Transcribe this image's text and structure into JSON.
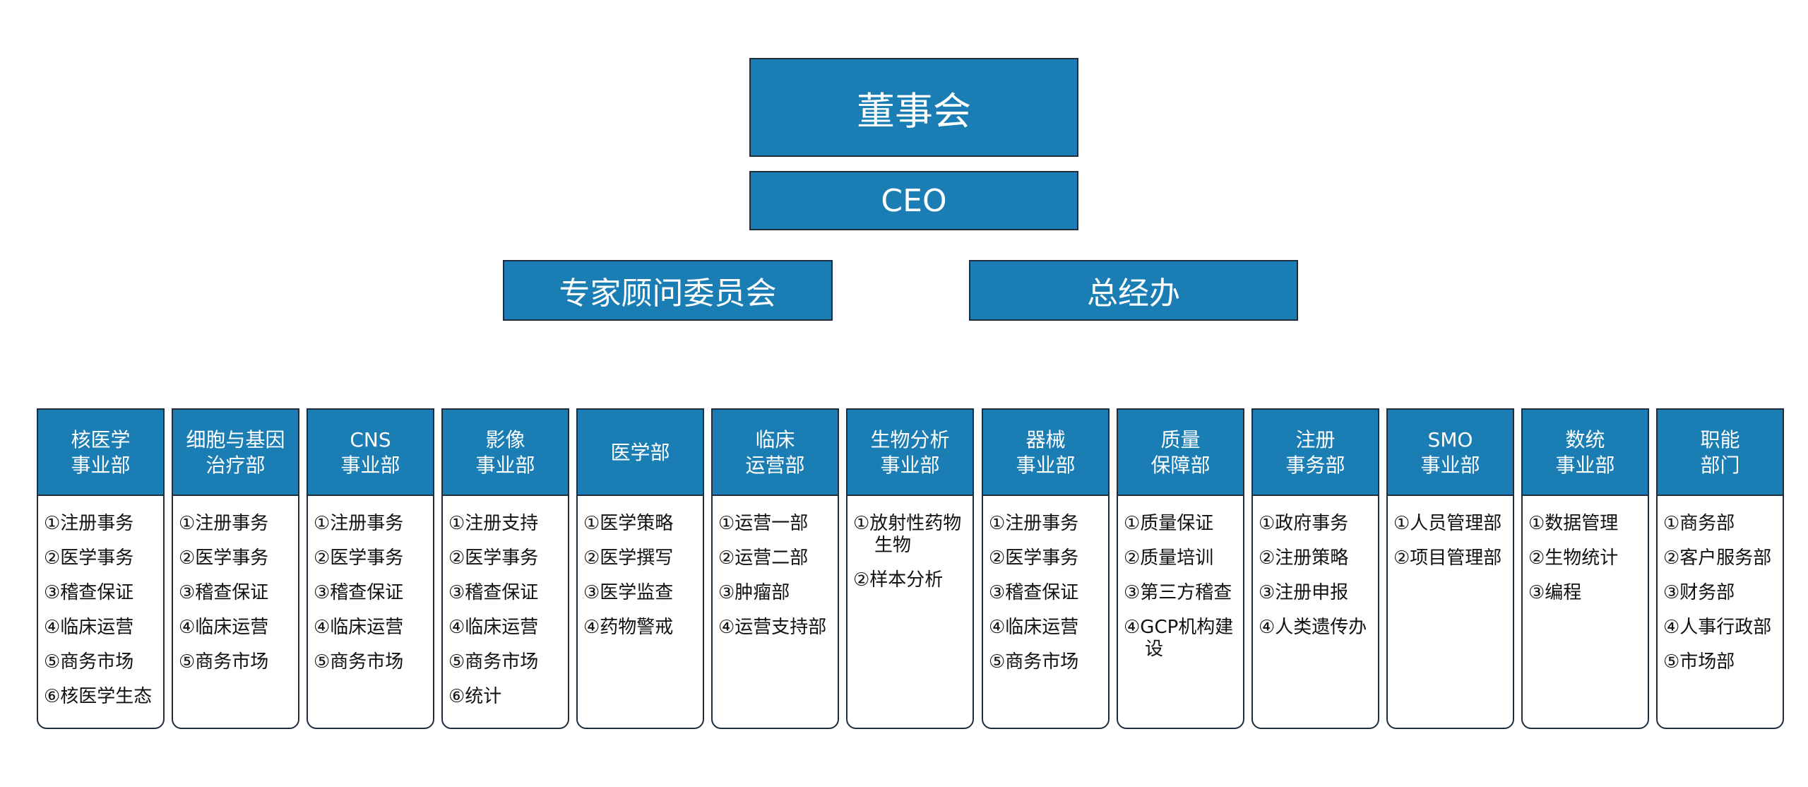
{
  "board": "董事会",
  "ceo": "CEO",
  "expert_committee": "专家顾问委员会",
  "gm_office": "总经办",
  "departments": [
    {
      "line1": "核医学",
      "line2": "事业部",
      "items": [
        "①注册事务",
        "②医学事务",
        "③稽查保证",
        "④临床运营",
        "⑤商务市场",
        "⑥核医学生态"
      ]
    },
    {
      "line1": "细胞与基因",
      "line2": "治疗部",
      "items": [
        "①注册事务",
        "②医学事务",
        "③稽查保证",
        "④临床运营",
        "⑤商务市场"
      ]
    },
    {
      "line1": "CNS",
      "line2": "事业部",
      "items": [
        "①注册事务",
        "②医学事务",
        "③稽查保证",
        "④临床运营",
        "⑤商务市场"
      ]
    },
    {
      "line1": "影像",
      "line2": "事业部",
      "items": [
        "①注册支持",
        "②医学事务",
        "③稽查保证",
        "④临床运营",
        "⑤商务市场",
        "⑥统计"
      ]
    },
    {
      "line1": "医学部",
      "line2": "",
      "items": [
        "①医学策略",
        "②医学撰写",
        "③医学监查",
        "④药物警戒"
      ]
    },
    {
      "line1": "临床",
      "line2": "运营部",
      "items": [
        "①运营一部",
        "②运营二部",
        "③肿瘤部",
        "④运营支持部"
      ]
    },
    {
      "line1": "生物分析",
      "line2": "事业部",
      "items": [
        "①放射性药物生物",
        "②样本分析"
      ]
    },
    {
      "line1": "器械",
      "line2": "事业部",
      "items": [
        "①注册事务",
        "②医学事务",
        "③稽查保证",
        "④临床运营",
        "⑤商务市场"
      ]
    },
    {
      "line1": "质量",
      "line2": "保障部",
      "items": [
        "①质量保证",
        "②质量培训",
        "③第三方稽查",
        "④GCP机构建设"
      ]
    },
    {
      "line1": "注册",
      "line2": "事务部",
      "items": [
        "①政府事务",
        "②注册策略",
        "③注册申报",
        "④人类遗传办"
      ]
    },
    {
      "line1": "SMO",
      "line2": "事业部",
      "items": [
        "①人员管理部",
        "②项目管理部"
      ]
    },
    {
      "line1": "数统",
      "line2": "事业部",
      "items": [
        "①数据管理",
        "②生物统计",
        "③编程"
      ]
    },
    {
      "line1": "职能",
      "line2": "部门",
      "items": [
        "①商务部",
        "②客户服务部",
        "③财务部",
        "④人事行政部",
        "⑤市场部"
      ]
    }
  ]
}
